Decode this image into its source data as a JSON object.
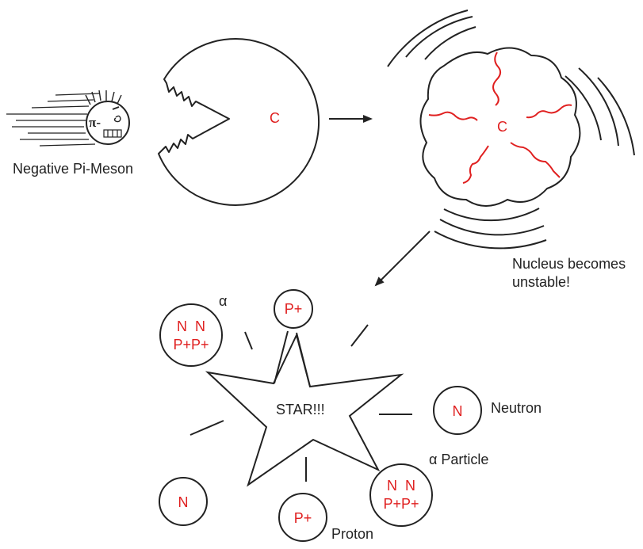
{
  "colors": {
    "stroke": "#222222",
    "accent": "#e02020"
  },
  "labels": {
    "pi_meson": "Negative Pi-Meson",
    "meson_face": "π-",
    "nucleus_before": "C",
    "nucleus_after": "C",
    "unstable": [
      "Nucleus becomes",
      "unstable!"
    ],
    "star": "STAR!!!",
    "alpha_symbol": "α",
    "neutron": "Neutron",
    "alpha_particle": "α Particle",
    "proton": "Proton"
  },
  "particles": {
    "alpha_top_left": [
      "N  N",
      "P+P+"
    ],
    "proton_top": "P+",
    "neutron_right": "N",
    "alpha_bottom_right": [
      "N  N",
      "P+P+"
    ],
    "neutron_bottom_left": "N",
    "proton_bottom": "P+"
  }
}
